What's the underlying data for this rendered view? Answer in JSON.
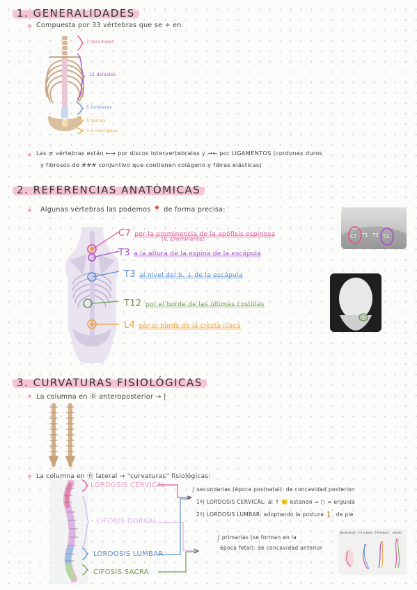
{
  "sections": [
    {
      "title": "1. GENERALIDADES"
    },
    {
      "title": "2. REFERENCIAS ANATÓMICAS"
    },
    {
      "title": "3. CURVATURAS FISIOLÓGICAS"
    }
  ],
  "s1": {
    "intro": "Compuesta por 33 vértebras que se ÷ en:",
    "labels": {
      "cervical": "7 cervicales",
      "dorsal": "12 dorsales",
      "lumbar": "5 lumbares",
      "sacral": "5 sacras",
      "coccyx": "3-5 coccígeas"
    },
    "line1": "Las ≠ vértebras están ←→ por discos intervertebrales y →← por LIGAMENTOS (cordones duros",
    "line2": "y fibrosos de ### conjuntivo que contienen colágeno y fibras elásticas)"
  },
  "s2": {
    "intro": "Algunas vértebras las podemos 📍 de forma precisa:",
    "refs": [
      {
        "code": "C7",
        "text": "por la prominencia de la apófisis espinosa",
        "sub": "(v. prominente)"
      },
      {
        "code": "T3",
        "text": "a la altura de la espina de la escápula"
      },
      {
        "code": "T3",
        "text": "al nivel del b. ↓ de la escápula"
      },
      {
        "code": "T12",
        "text": "por el borde de las últimas costillas"
      },
      {
        "code": "L4",
        "text": "por el borde de la cresta ilíaca"
      }
    ],
    "photo_labels": [
      "C7",
      "T1",
      "T2",
      "T3"
    ],
    "photo2_label": "C7"
  },
  "s3": {
    "line1": "La columna en ⓪ anteroposterior → |",
    "line2": "La columna en ⓪ lateral → \"curvaturas\" fisiológicas:",
    "curves": {
      "cervical": "LORDOSIS CERVICAL",
      "dorsal": "CIFOSIS DORSAL",
      "lumbar": "LORDOSIS LUMBAR",
      "sacral": "CIFOSIS SACRA"
    },
    "secondary": {
      "title": "∫ secundarias (época postnatal): de concavidad posterior:",
      "item1": "1º) LORDOSIS CERVICAL: al ↑ 🙂 estando ⇒ ○ = erguida",
      "item2": "2º) LORDOSIS LUMBAR: adoptando la postura 🚶, de pie"
    },
    "primary": {
      "title": "∫ primarias (se forman en la",
      "title2": "época fetal): de concavidad anterior"
    },
    "dev_labels": [
      "Nacimiento",
      "3-4 meses",
      "6-9 meses",
      "adulto"
    ]
  },
  "colors": {
    "pink": "#e0589a",
    "purple": "#a652c8",
    "blue": "#5b8fd1",
    "green": "#6e9b52",
    "orange": "#f0a23a",
    "highlight_pink": "#f6c3d6"
  }
}
